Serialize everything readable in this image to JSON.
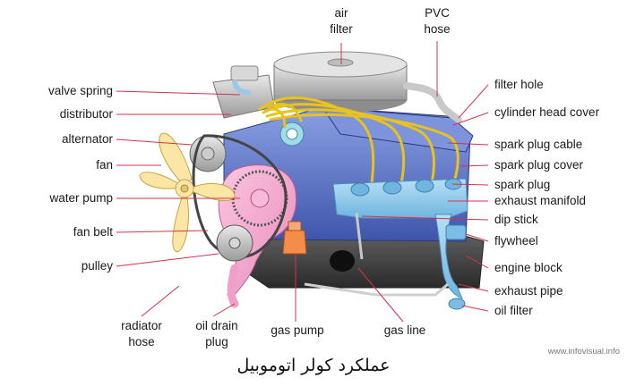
{
  "labels": {
    "air_filter": "air\nfilter",
    "pvc_hose": "PVC\nhose",
    "valve_spring": "valve spring",
    "distributor": "distributor",
    "alternator": "alternator",
    "fan": "fan",
    "water_pump": "water pump",
    "fan_belt": "fan belt",
    "pulley": "pulley",
    "filter_hole": "filter hole",
    "cylinder_head_cover": "cylinder head cover",
    "spark_plug_cable": "spark plug cable",
    "spark_plug_cover": "spark plug cover",
    "spark_plug": "spark plug",
    "exhaust_manifold": "exhaust manifold",
    "dip_stick": "dip stick",
    "flywheel": "flywheel",
    "engine_block": "engine block",
    "exhaust_pipe": "exhaust pipe",
    "oil_filter": "oil filter",
    "radiator_hose": "radiator\nhose",
    "oil_drain_plug": "oil drain\nplug",
    "gas_pump": "gas pump",
    "gas_line": "gas line"
  },
  "caption": "عملکرد کولر اتوموبیل",
  "credit": "www.infovisual.info",
  "colors": {
    "leader": "#d9304a",
    "fan": "#fbe6a6",
    "block": "#5b73c8",
    "pump": "#f4a4cc",
    "exhaust": "#8fc8ea",
    "cable": "#e8c21e"
  }
}
